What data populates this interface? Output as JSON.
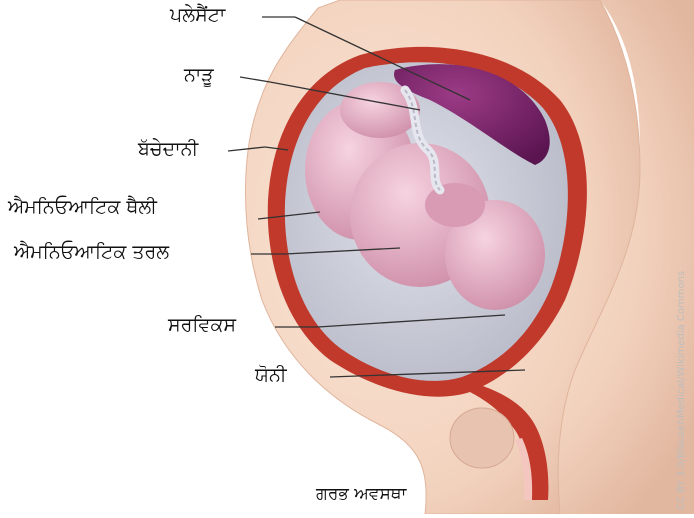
{
  "labels": {
    "placenta": "ਪਲੇਸੈਂਟਾ",
    "umbilical_cord": "ਨਾੜੂ",
    "uterus": "ਬੱਚੇਦਾਨੀ",
    "amniotic_sac": "ਐਮਨਿਓਆਟਿਕ ਥੈਲੀ",
    "amniotic_fluid": "ਐਮਨਿਓਆਟਿਕ ਤਰਲ",
    "cervix": "ਸਰਵਿਕਸ",
    "vagina": "ਯੋਨੀ"
  },
  "caption": "ਗਰਭ ਅਵਸਥਾ",
  "credit": "CC BY 3.0/BlausenMedical/Wikimedia Commons",
  "colors": {
    "skin": "#f2d2bd",
    "uterus_wall": "#c0392b",
    "placenta": "#6b1f5c",
    "amniotic_fluid": "#c9cbd6",
    "fetus": "#e8b8c8"
  }
}
